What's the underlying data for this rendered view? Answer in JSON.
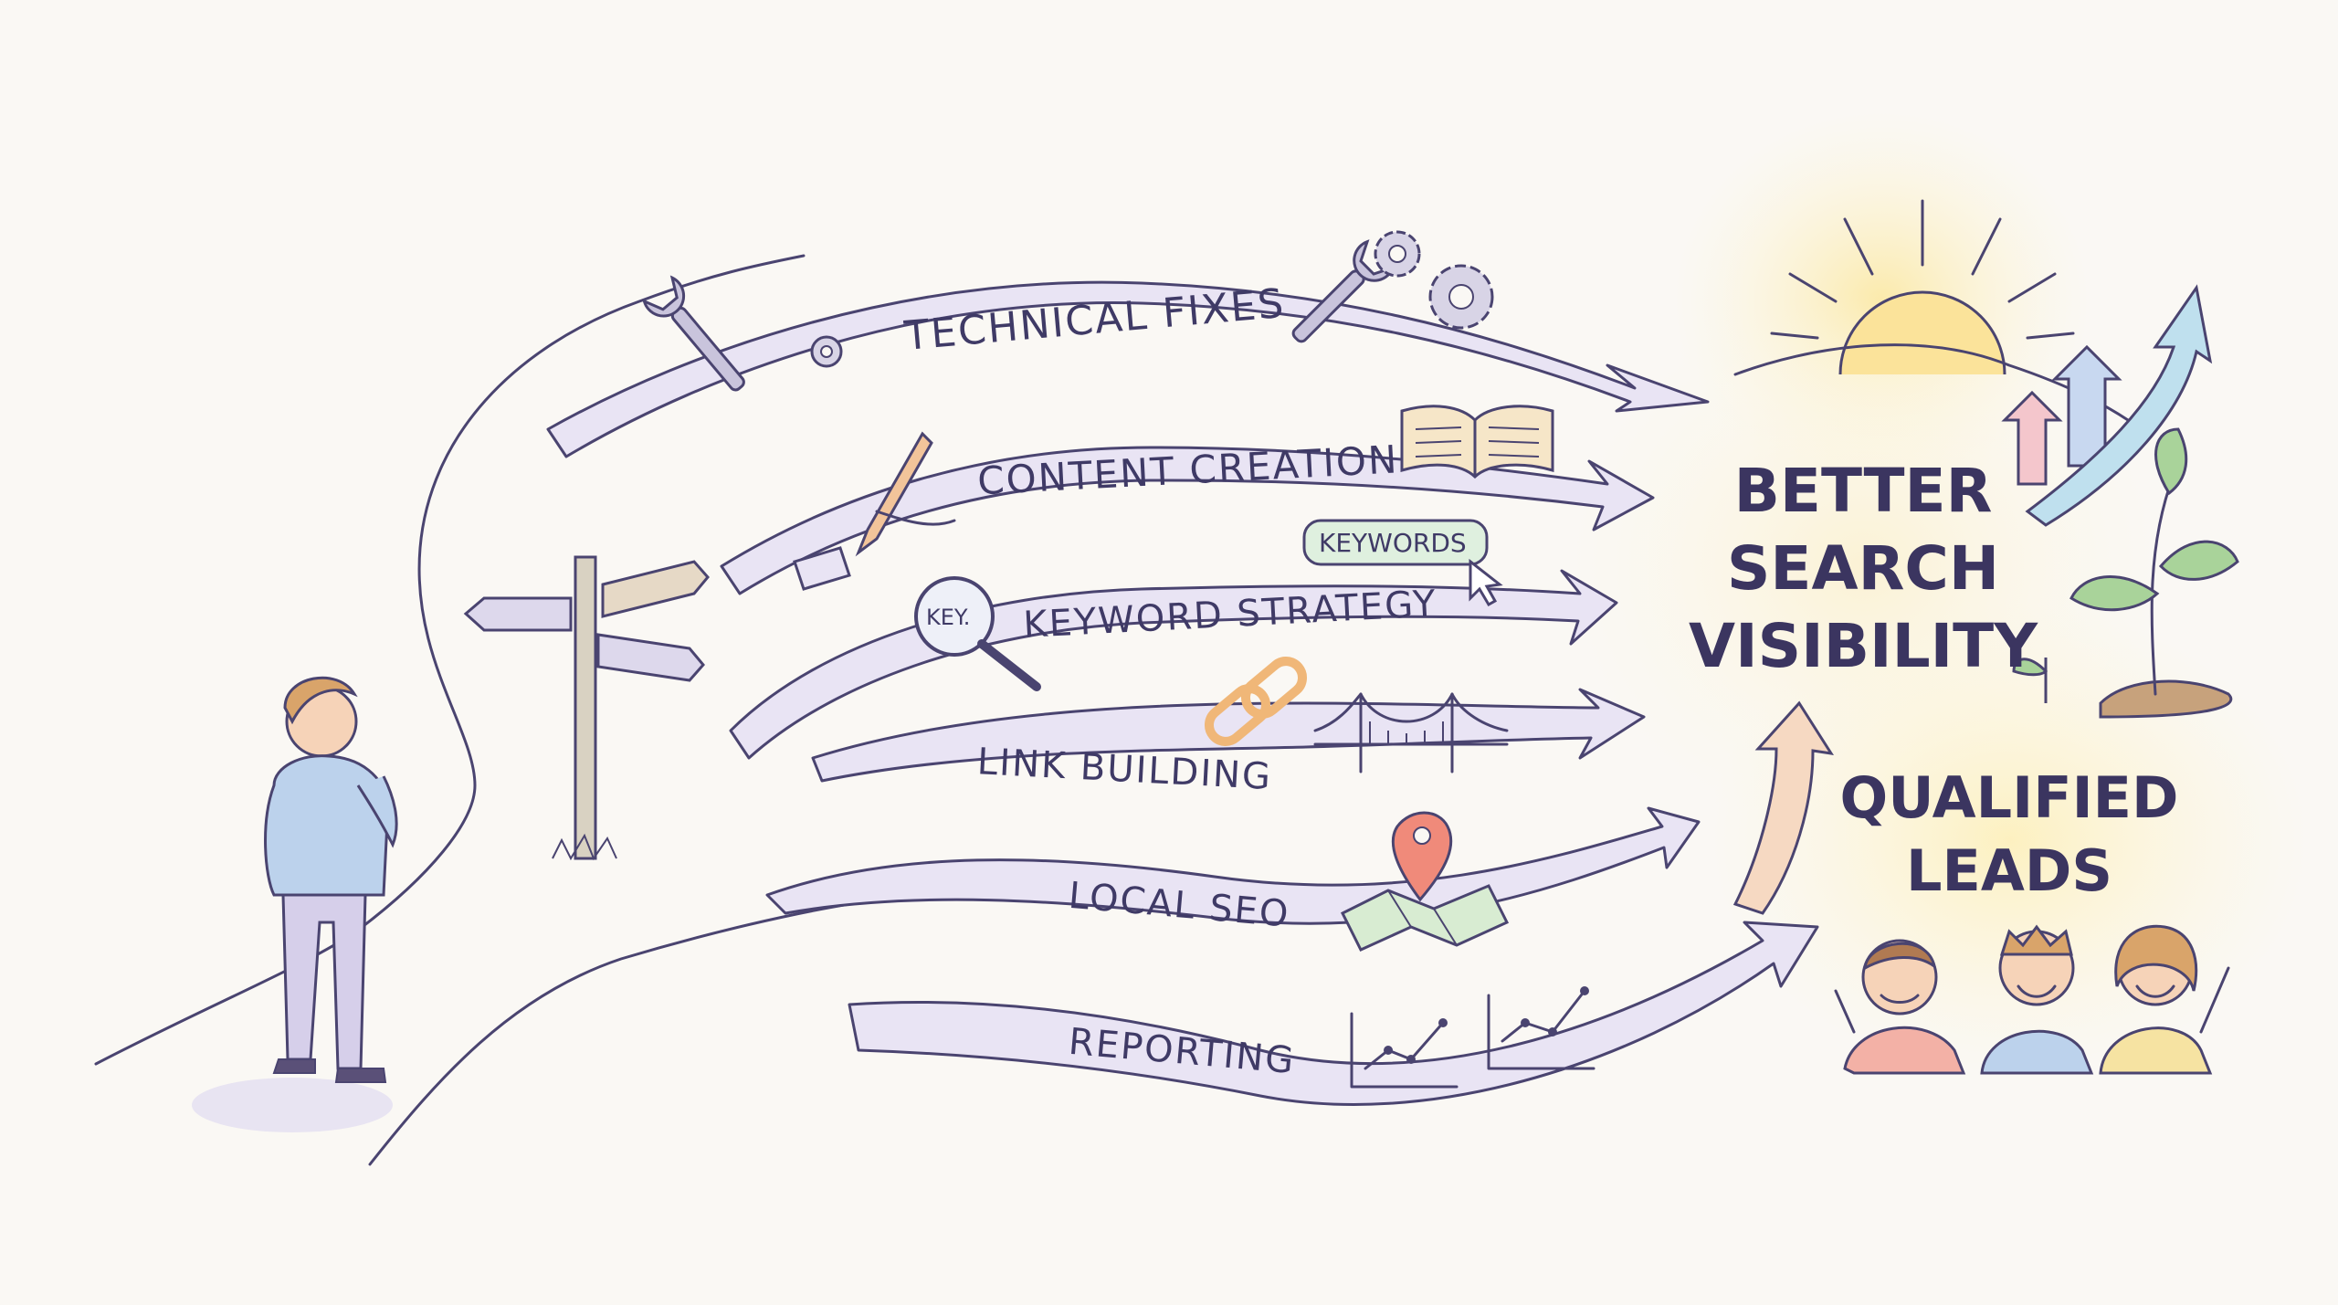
{
  "paths": [
    {
      "id": "technical",
      "label": "TECHNICAL FIXES"
    },
    {
      "id": "content",
      "label": "CONTENT CREATION"
    },
    {
      "id": "keyword",
      "label": "KEYWORD STRATEGY"
    },
    {
      "id": "link",
      "label": "LINK BUILDING"
    },
    {
      "id": "local",
      "label": "LOCAL SEO"
    },
    {
      "id": "reporting",
      "label": "REPORTING"
    }
  ],
  "badges": {
    "keywords_chip": "KEYWORDS",
    "magnifier_text": "KEY."
  },
  "outcomes": {
    "visibility": [
      "BETTER",
      "SEARCH",
      "VISIBILITY"
    ],
    "leads": [
      "QUALIFIED",
      "LEADS"
    ]
  },
  "colors": {
    "arrow_fill": "#e9e4f4",
    "ink": "#4a4470",
    "sun_glow": "#fbeeb6",
    "leads_glow": "#fdf1c2",
    "growth_arrow": "#b9d8ea"
  },
  "icons": [
    "wrench-icon",
    "gear-icon",
    "book-icon",
    "pen-icon",
    "magnifier-icon",
    "cursor-icon",
    "chain-link-icon",
    "bridge-icon",
    "map-pin-icon",
    "line-chart-icon",
    "sun-icon",
    "plant-icon",
    "signpost-icon"
  ]
}
